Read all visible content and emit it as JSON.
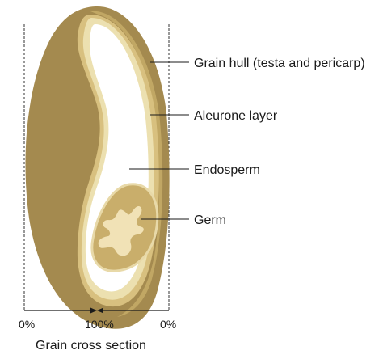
{
  "labels": {
    "hull": "Grain hull (testa and pericarp)",
    "aleurone": "Aleurone layer",
    "endosperm": "Endosperm",
    "germ": "Germ"
  },
  "scale": {
    "left": "0%",
    "center": "100%",
    "right": "0%"
  },
  "caption": "Grain cross section",
  "colors": {
    "hull_dark": "#a48a4f",
    "hull_mid": "#c1a764",
    "hull_light": "#d8c07f",
    "aleurone": "#ece0b0",
    "endosperm": "#ffffff",
    "germ": "#c9ae6b",
    "germ_core": "#f1e2b6",
    "line": "#1a1a1a"
  }
}
